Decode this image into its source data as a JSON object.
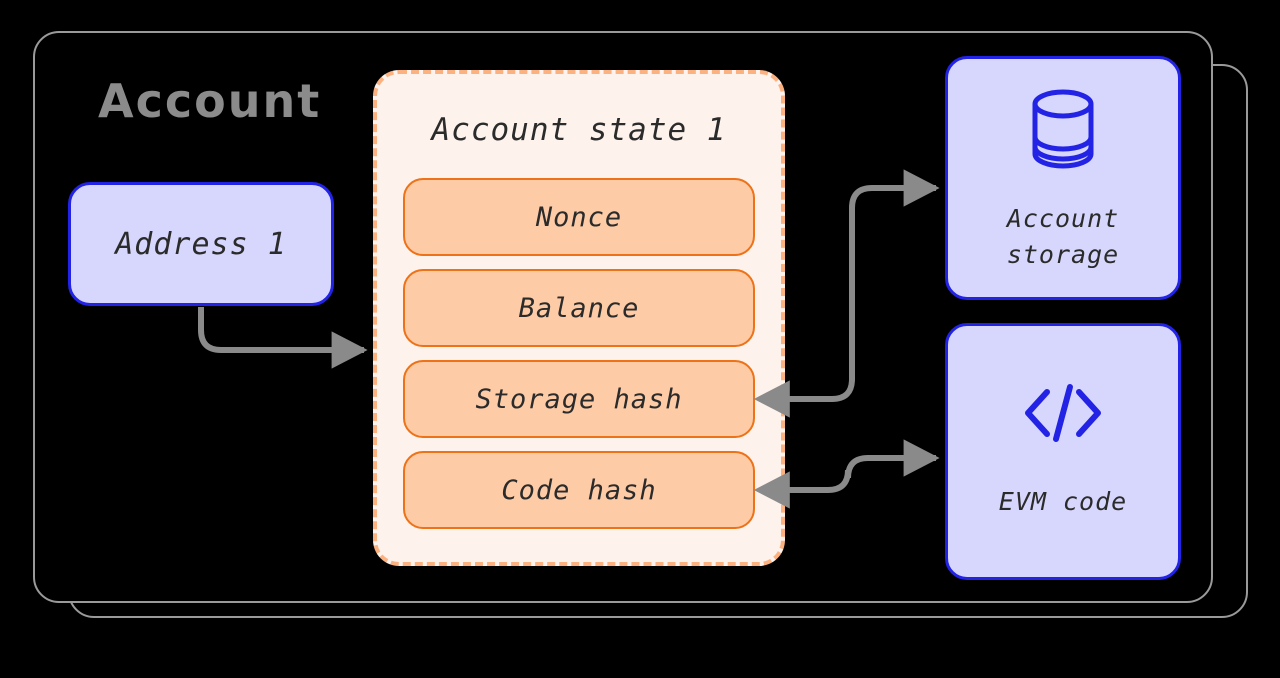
{
  "diagram": {
    "title": "Account",
    "title_color": "#8b8b8b",
    "background": "#000000"
  },
  "address": {
    "label": "Address 1",
    "fill": "#d7d7fd",
    "border": "#2323e6"
  },
  "account_state": {
    "title": "Account state 1",
    "container_fill": "#fdf2ec",
    "container_border": "#fbb280",
    "fields": [
      {
        "label": "Nonce"
      },
      {
        "label": "Balance"
      },
      {
        "label": "Storage hash"
      },
      {
        "label": "Code hash"
      }
    ],
    "field_fill": "#fdcba6",
    "field_border": "#ed7218"
  },
  "external": [
    {
      "id": "account-storage",
      "icon": "database-icon",
      "label_line1": "Account",
      "label_line2": "storage",
      "fill": "#d7d7fd",
      "border": "#2323e6"
    },
    {
      "id": "evm-code",
      "icon": "code-icon",
      "label_line1": "EVM code",
      "label_line2": "",
      "fill": "#d7d7fd",
      "border": "#2323e6"
    }
  ],
  "connectors": [
    {
      "id": "address-to-state",
      "from": "Address 1",
      "to": "Account state 1",
      "color": "#8a8a8a",
      "arrow_ends": "end"
    },
    {
      "id": "storage-hash-to-account-storage",
      "from": "Storage hash",
      "to": "Account storage",
      "color": "#8a8a8a",
      "arrow_ends": "both"
    },
    {
      "id": "code-hash-to-evm-code",
      "from": "Code hash",
      "to": "EVM code",
      "color": "#8a8a8a",
      "arrow_ends": "both"
    }
  ]
}
